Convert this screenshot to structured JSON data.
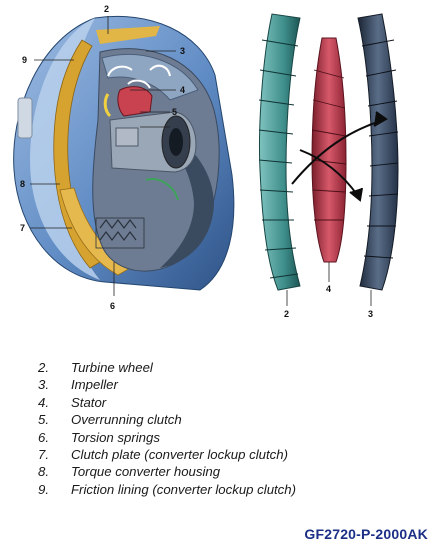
{
  "callouts_left": [
    "2",
    "3",
    "4",
    "5",
    "6",
    "7",
    "8",
    "9"
  ],
  "callouts_right": [
    "2",
    "3",
    "4"
  ],
  "legend": [
    {
      "num": "2.",
      "text": "Turbine wheel"
    },
    {
      "num": "3.",
      "text": "Impeller"
    },
    {
      "num": "4.",
      "text": "Stator"
    },
    {
      "num": "5.",
      "text": "Overrunning clutch"
    },
    {
      "num": "6.",
      "text": "Torsion springs"
    },
    {
      "num": "7.",
      "text": "Clutch plate (converter lockup clutch)"
    },
    {
      "num": "8.",
      "text": "Torque converter housing"
    },
    {
      "num": "9.",
      "text": "Friction lining (converter lockup clutch)"
    }
  ],
  "doc_code": "GF2720-P-2000AK",
  "colors": {
    "housing": "#5f8bc4",
    "lining": "#d6a331",
    "turbine": "#3f8f8c",
    "impeller": "#2f4158",
    "stator": "#b23a48",
    "code": "#1c2f86"
  }
}
